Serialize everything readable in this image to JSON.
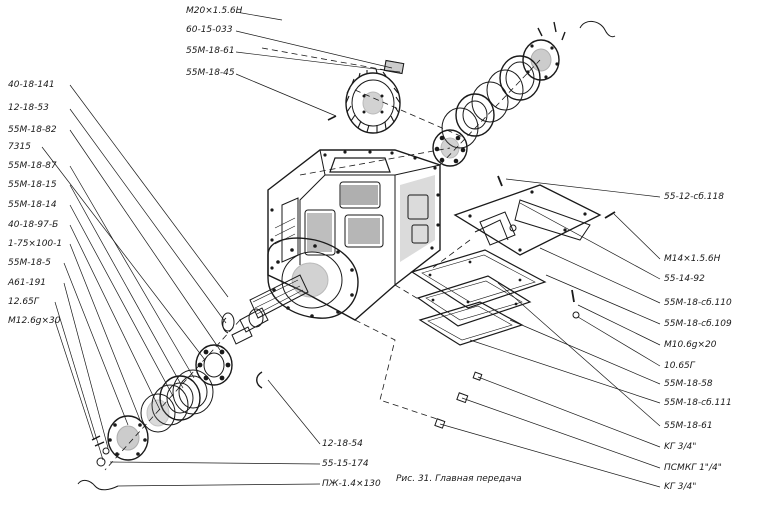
{
  "caption": "Рис. 31. Главная передача",
  "labels_top": [
    "M20×1.5.6H",
    "60-15-033",
    "55M-18-61",
    "55M-18-45"
  ],
  "labels_left": [
    "40-18-141",
    "12-18-53",
    "55M-18-82",
    "7315",
    "55M-18-87",
    "55M-18-15",
    "55M-18-14",
    "40-18-97-Б",
    "1-75×100-1",
    "55M-18-5",
    "A61-191",
    "12.65Г",
    "M12.6g×30"
  ],
  "labels_right": [
    "55-12-сб.118",
    "M14×1.5.6H",
    "55-14-92",
    "55M-18-сб.110",
    "55M-18-сб.109",
    "M10.6g×20",
    "10.65Г",
    "55M-18-58",
    "55M-18-сб.111",
    "55M-18-61",
    "KГ 3/4\"",
    "ПСМКГ 1\"/4\"",
    "KГ 3/4\""
  ],
  "labels_bottom": [
    "12-18-54",
    "55-15-174",
    "ПЖ-1.4×130"
  ],
  "colors": {
    "ink": "#1a1a1a",
    "shade": "#6e6e6e",
    "paper": "#ffffff"
  }
}
